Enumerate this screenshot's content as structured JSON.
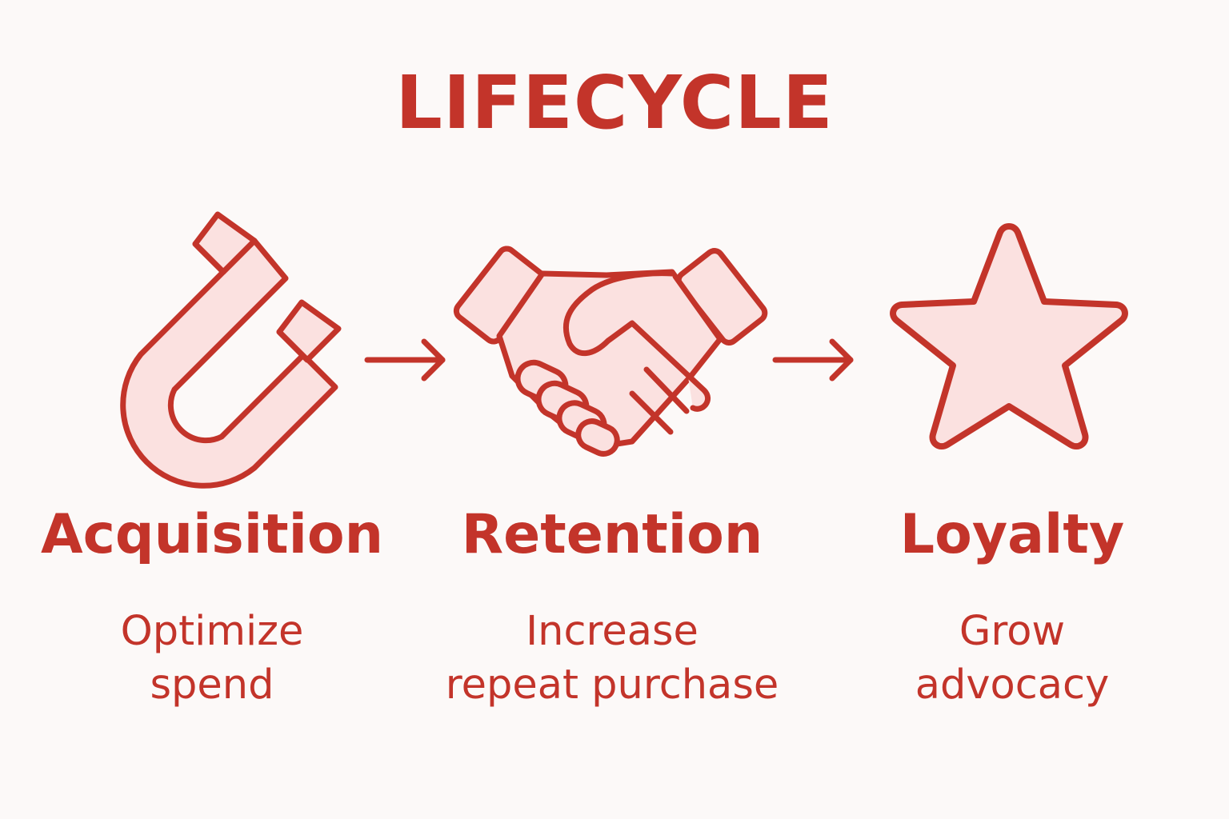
{
  "title": "LIFECYCLE",
  "colors": {
    "accent": "#c3342a",
    "fill": "#fbe1e0",
    "background": "#fcf9f8"
  },
  "stages": [
    {
      "name": "Acquisition",
      "icon": "magnet-icon",
      "description": [
        "Optimize",
        "spend"
      ]
    },
    {
      "name": "Retention",
      "icon": "handshake-icon",
      "description": [
        "Increase",
        "repeat purchase"
      ]
    },
    {
      "name": "Loyalty",
      "icon": "star-icon",
      "description": [
        "Grow",
        "advocacy"
      ]
    }
  ]
}
